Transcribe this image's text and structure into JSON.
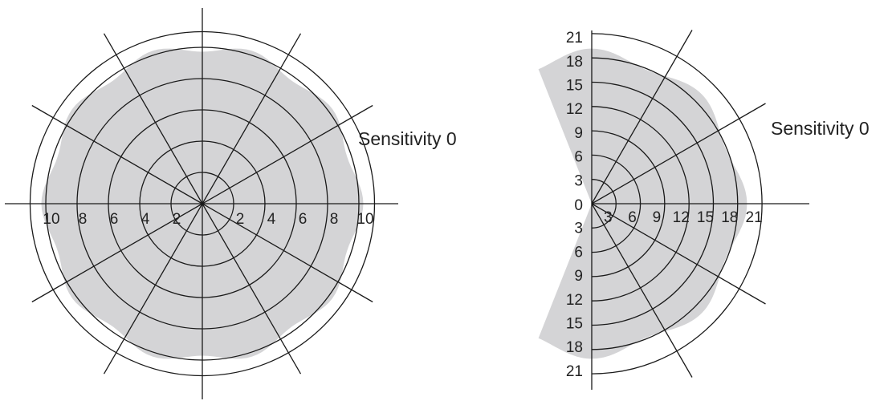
{
  "colors": {
    "line": "#1a1a1a",
    "fill": "#d4d4d6",
    "text": "#222222"
  },
  "diagrams": [
    {
      "id": "omni",
      "label": "Sensitivity 0",
      "rings": [
        2,
        4,
        6,
        8,
        10
      ],
      "outer_range": 11,
      "axis_ticks_left": [
        "10",
        "8",
        "6",
        "4",
        "2"
      ],
      "axis_ticks_right": [
        "2",
        "4",
        "6",
        "8",
        "10"
      ],
      "radial_angles_deg": [
        30,
        60,
        120,
        150,
        210,
        240,
        300,
        330
      ],
      "coverage_range": 10,
      "coverage_lobes": 10
    },
    {
      "id": "half",
      "label": "Sensitivity 0",
      "rings": [
        3,
        6,
        9,
        12,
        15,
        18,
        21
      ],
      "axis_ticks_x": [
        "3",
        "6",
        "9",
        "12",
        "15",
        "18",
        "21"
      ],
      "axis_ticks_y": [
        "21",
        "18",
        "15",
        "12",
        "9",
        "6",
        "3",
        "0",
        "3",
        "6",
        "9",
        "12",
        "15",
        "18",
        "21"
      ],
      "radial_angles_deg": [
        -60,
        -30,
        30,
        60
      ],
      "coverage_range": 18.5,
      "coverage_lobes": 8
    }
  ]
}
